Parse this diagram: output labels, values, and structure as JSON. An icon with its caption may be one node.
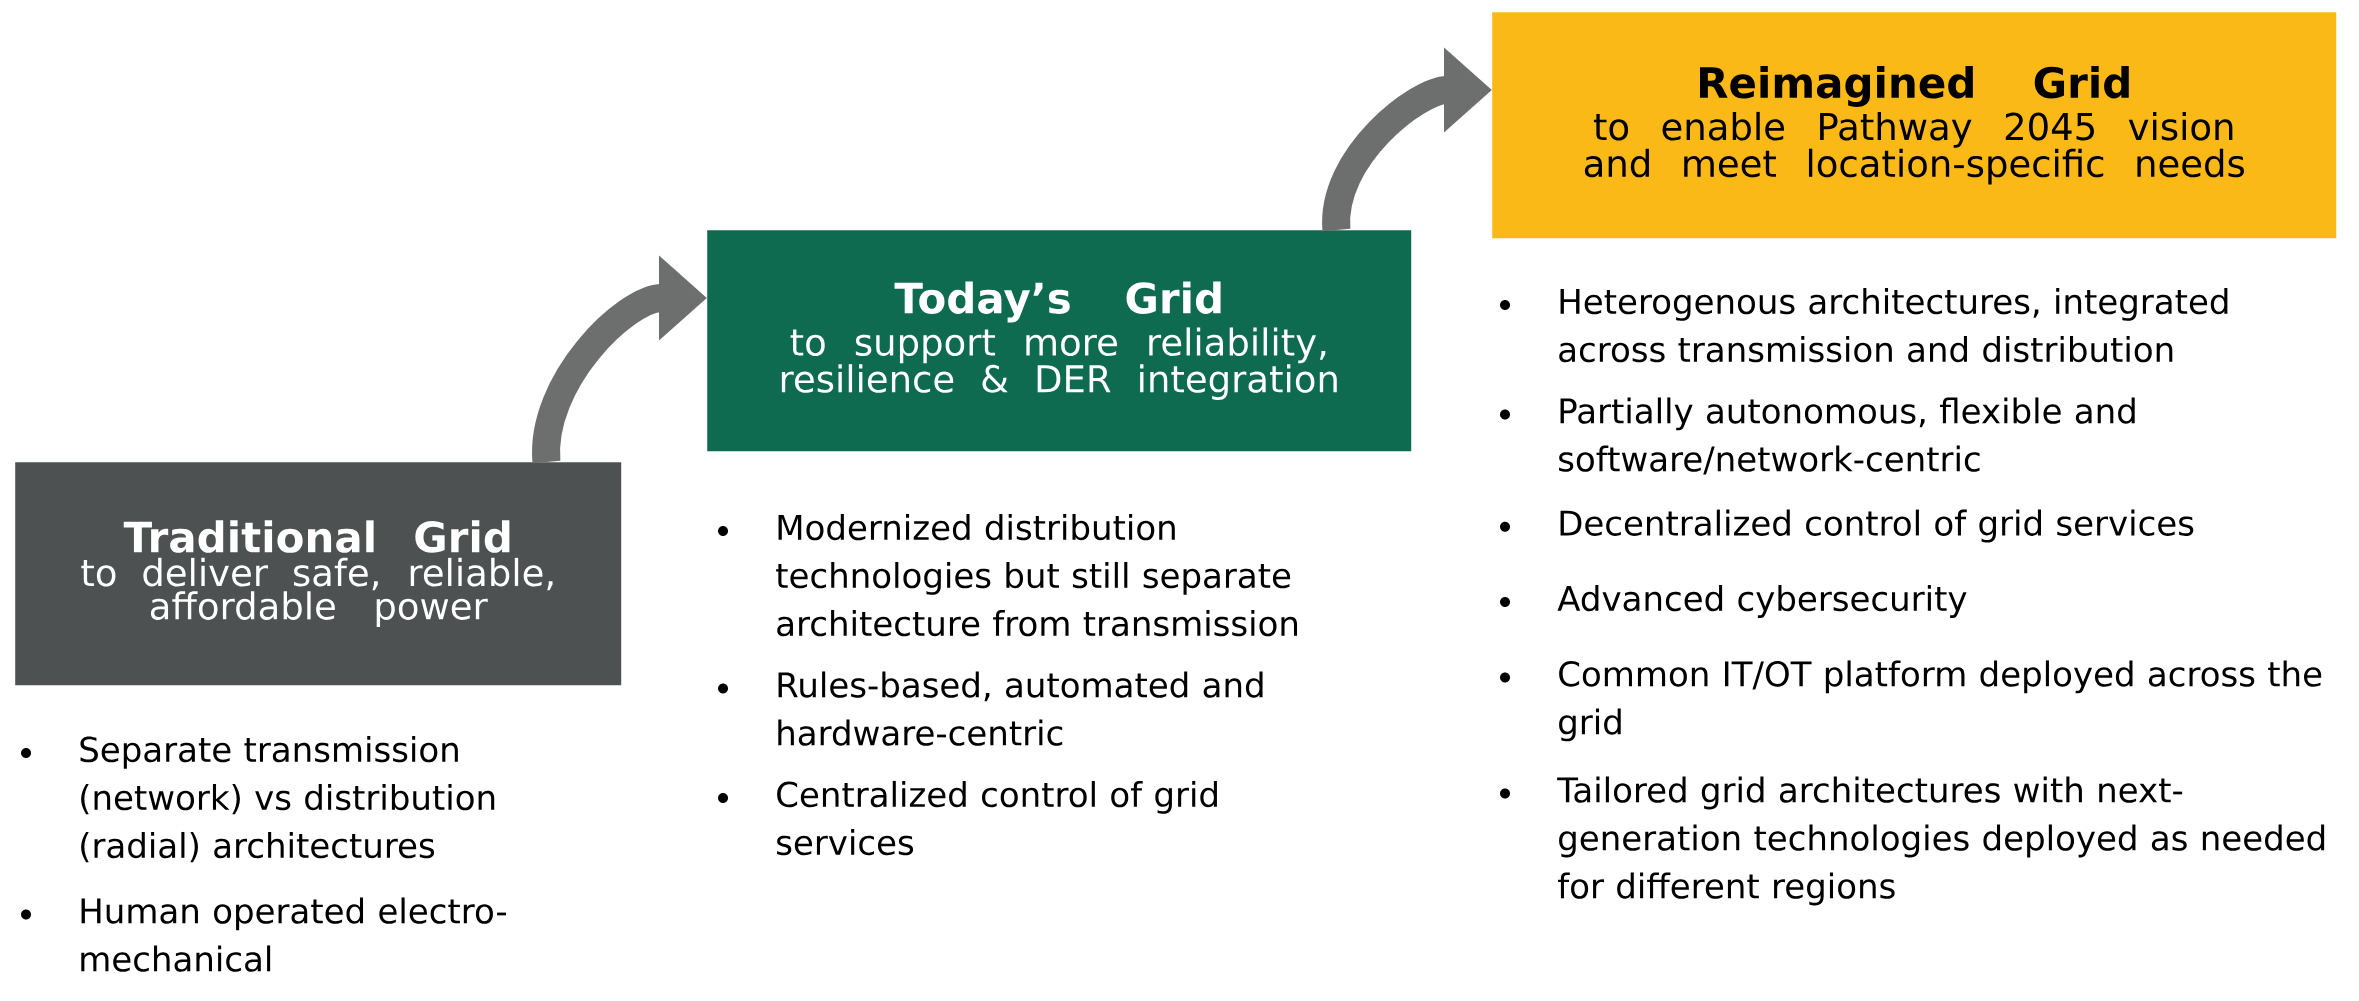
{
  "diagram": {
    "nodes": [
      {
        "text": [
          "Traditional Grid",
          "to deliver safe, reliable, affordable power"
        ]
      },
      {
        "text": [
          "Today’s Grid",
          "to support more reliability, resilience & DER integration"
        ]
      },
      {
        "text": [
          "Reimagined Grid",
          "to enable Pathway 2045 vision and meet location-specific needs"
        ]
      }
    ],
    "edges": [
      {
        "from": 0,
        "to": 1,
        "arrow": "to"
      },
      {
        "from": 1,
        "to": 2,
        "arrow": "to"
      }
    ],
    "labels": [
      "Separate transmission (network) vs distribution (radial) architectures",
      "Human operated electro-mechanical",
      "Modernized distribution technologies but still separate architecture from transmission",
      "Rules-based, automated and hardware-centric",
      "Centralized control of grid services",
      "Heterogenous architectures, integrated across transmission and distribution",
      "Partially autonomous, flexible and software/network-centric",
      "Decentralized control of grid services",
      "Advanced cybersecurity",
      "Common IT/OT platform deployed across the grid",
      "Tailored grid architectures with next-generation technologies deployed as needed for different regions"
    ]
  }
}
